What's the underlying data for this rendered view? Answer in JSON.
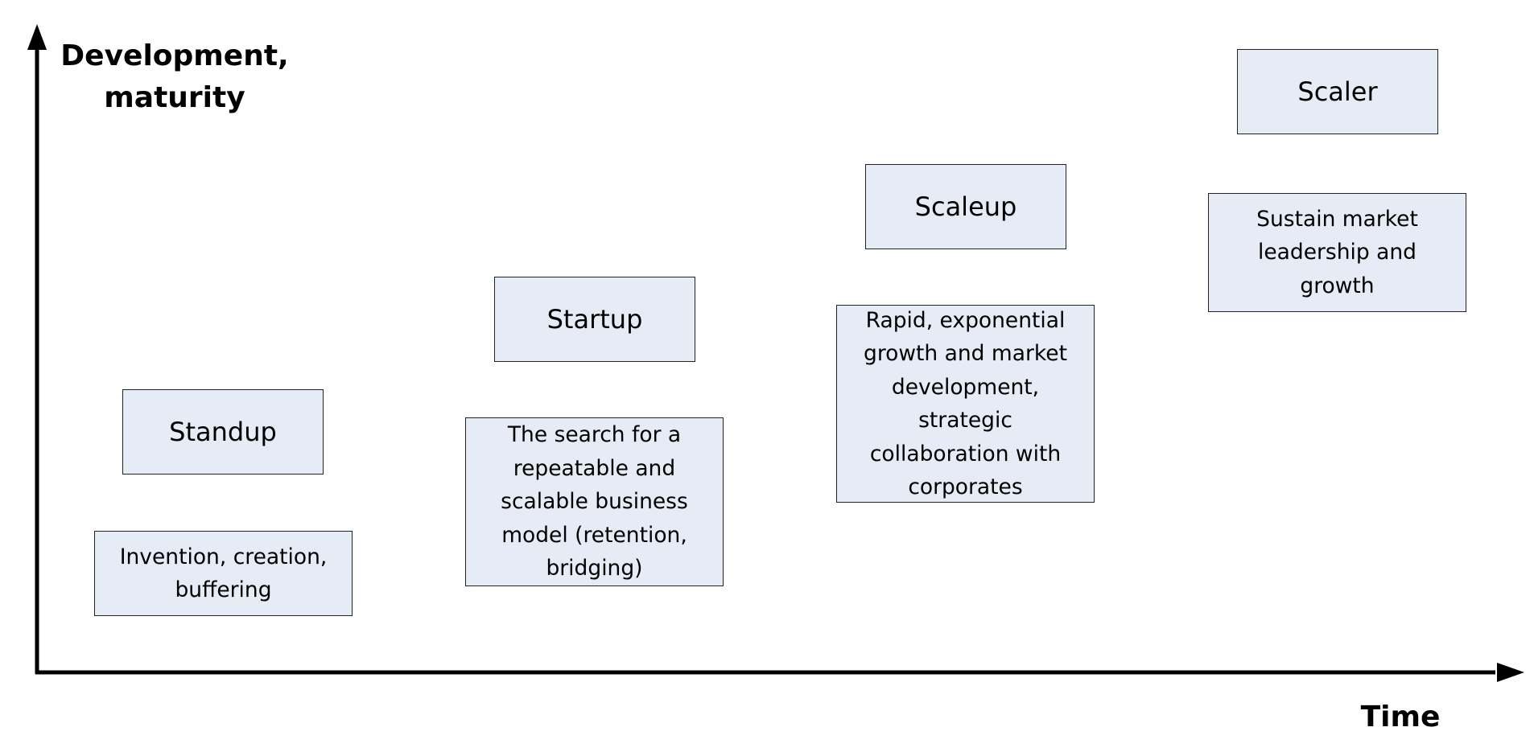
{
  "diagram": {
    "y_axis_label": [
      "Development,",
      "maturity"
    ],
    "x_axis_label": "Time",
    "colors": {
      "box_fill": "#e5ecf6",
      "box_border": "#222222",
      "axis": "#000000"
    },
    "stages": [
      {
        "title": "Standup",
        "description": [
          "Invention, creation,",
          "buffering"
        ]
      },
      {
        "title": "Startup",
        "description": [
          "The search for a",
          "repeatable and",
          "scalable business",
          "model (retention,",
          "bridging)"
        ]
      },
      {
        "title": "Scaleup",
        "description": [
          "Rapid, exponential",
          "growth and market",
          "development,",
          "strategic",
          "collaboration with",
          "corporates"
        ]
      },
      {
        "title": "Scaler",
        "description": [
          "Sustain market",
          "leadership and",
          "growth"
        ]
      }
    ]
  }
}
